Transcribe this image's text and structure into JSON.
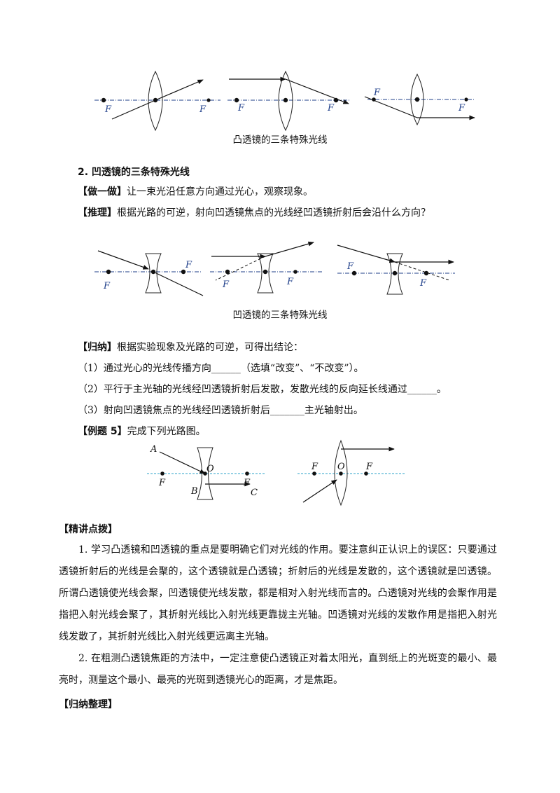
{
  "fig1": {
    "caption": "凸透镜的三条特殊光线",
    "focus_label": "F"
  },
  "section2": {
    "heading": "2. 凹透镜的三条特殊光线",
    "do_tag": "【做一做】",
    "do_text": "让一束光沿任意方向通过光心，观察现象。",
    "reason_tag": "【推理】",
    "reason_text": "根据光路的可逆，射向凹透镜焦点的光线经凹透镜折射后会沿什么方向？"
  },
  "fig2": {
    "caption": "凹透镜的三条特殊光线"
  },
  "summary": {
    "tag": "【归纳】",
    "text": "根据实验现象及光路的可逆，可得出结论：",
    "item1": "（1）通过光心的光线传播方向______（选填“改变”、“不改变”）。",
    "item2": "（2）平行于主光轴的光线经凹透镜折射后发散，发散光线的反向延长线通过______。",
    "item3": "（3）射向凹透镜焦点的光线经凹透镜折射后_______主光轴射出。"
  },
  "example": {
    "tag": "【例题 5】",
    "text": "完成下列光路图。",
    "labels": {
      "A": "A",
      "B": "B",
      "C": "C",
      "O": "O",
      "F": "F"
    }
  },
  "lecture": {
    "heading": "【精讲点拨】",
    "p1": "1. 学习凸透镜和凹透镜的重点是要明确它们对光线的作用。要注意纠正认识上的误区：只要通过透镜折射后的光线是会聚的，这个透镜就是凸透镜；折射后的光线是发散的，这个透镜就是凹透镜。所谓凸透镜使光线会聚，凹透镜使光线发散，都是相对入射光线而言的。凸透镜对光线的会聚作用是指把入射光线会聚了，其折射光线比入射光线更靠拢主光轴。凹透镜对光线的发散作用是指把入射光线发散了，其折射光线比入射光线更远离主光轴。",
    "p2": "2. 在粗测凸透镜焦距的方法中，一定注意使凸透镜正对着太阳光，直到纸上的光斑变的最小、最亮时，测量这个最小、最亮的光斑到透镜光心的距离，才是焦距。"
  },
  "summary2": {
    "heading": "【归纳整理】"
  }
}
